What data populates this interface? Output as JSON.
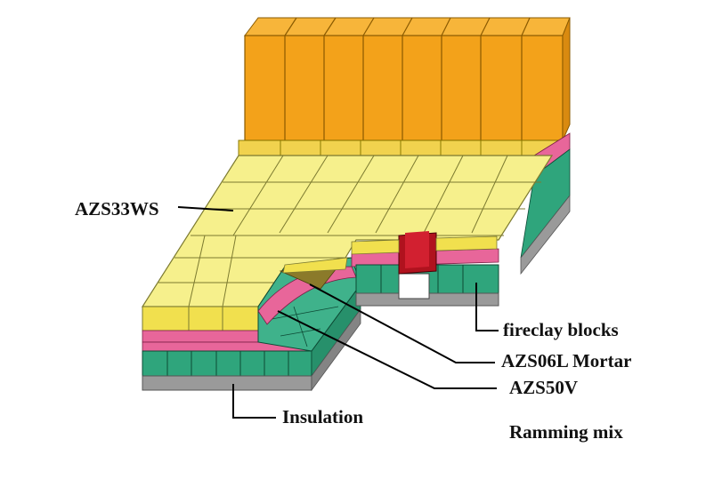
{
  "labels": {
    "azs33ws": "AZS33WS",
    "fireclay": "fireclay blocks",
    "mortar": "AZS06L Mortar",
    "azs50v": "AZS50V",
    "ramming": "Ramming mix",
    "insulation": "Insulation"
  },
  "colors": {
    "wall_block": "#f3a21a",
    "floor_block": "#f6f08c",
    "floor_block_side": "#e6d34a",
    "pink_layer": "#e8669a",
    "fireclay": "#2fa57c",
    "insulation": "#9a9a9a",
    "red_block": "#b0121e",
    "mortar_olive": "#8b7a2a",
    "leader": "#000000"
  }
}
